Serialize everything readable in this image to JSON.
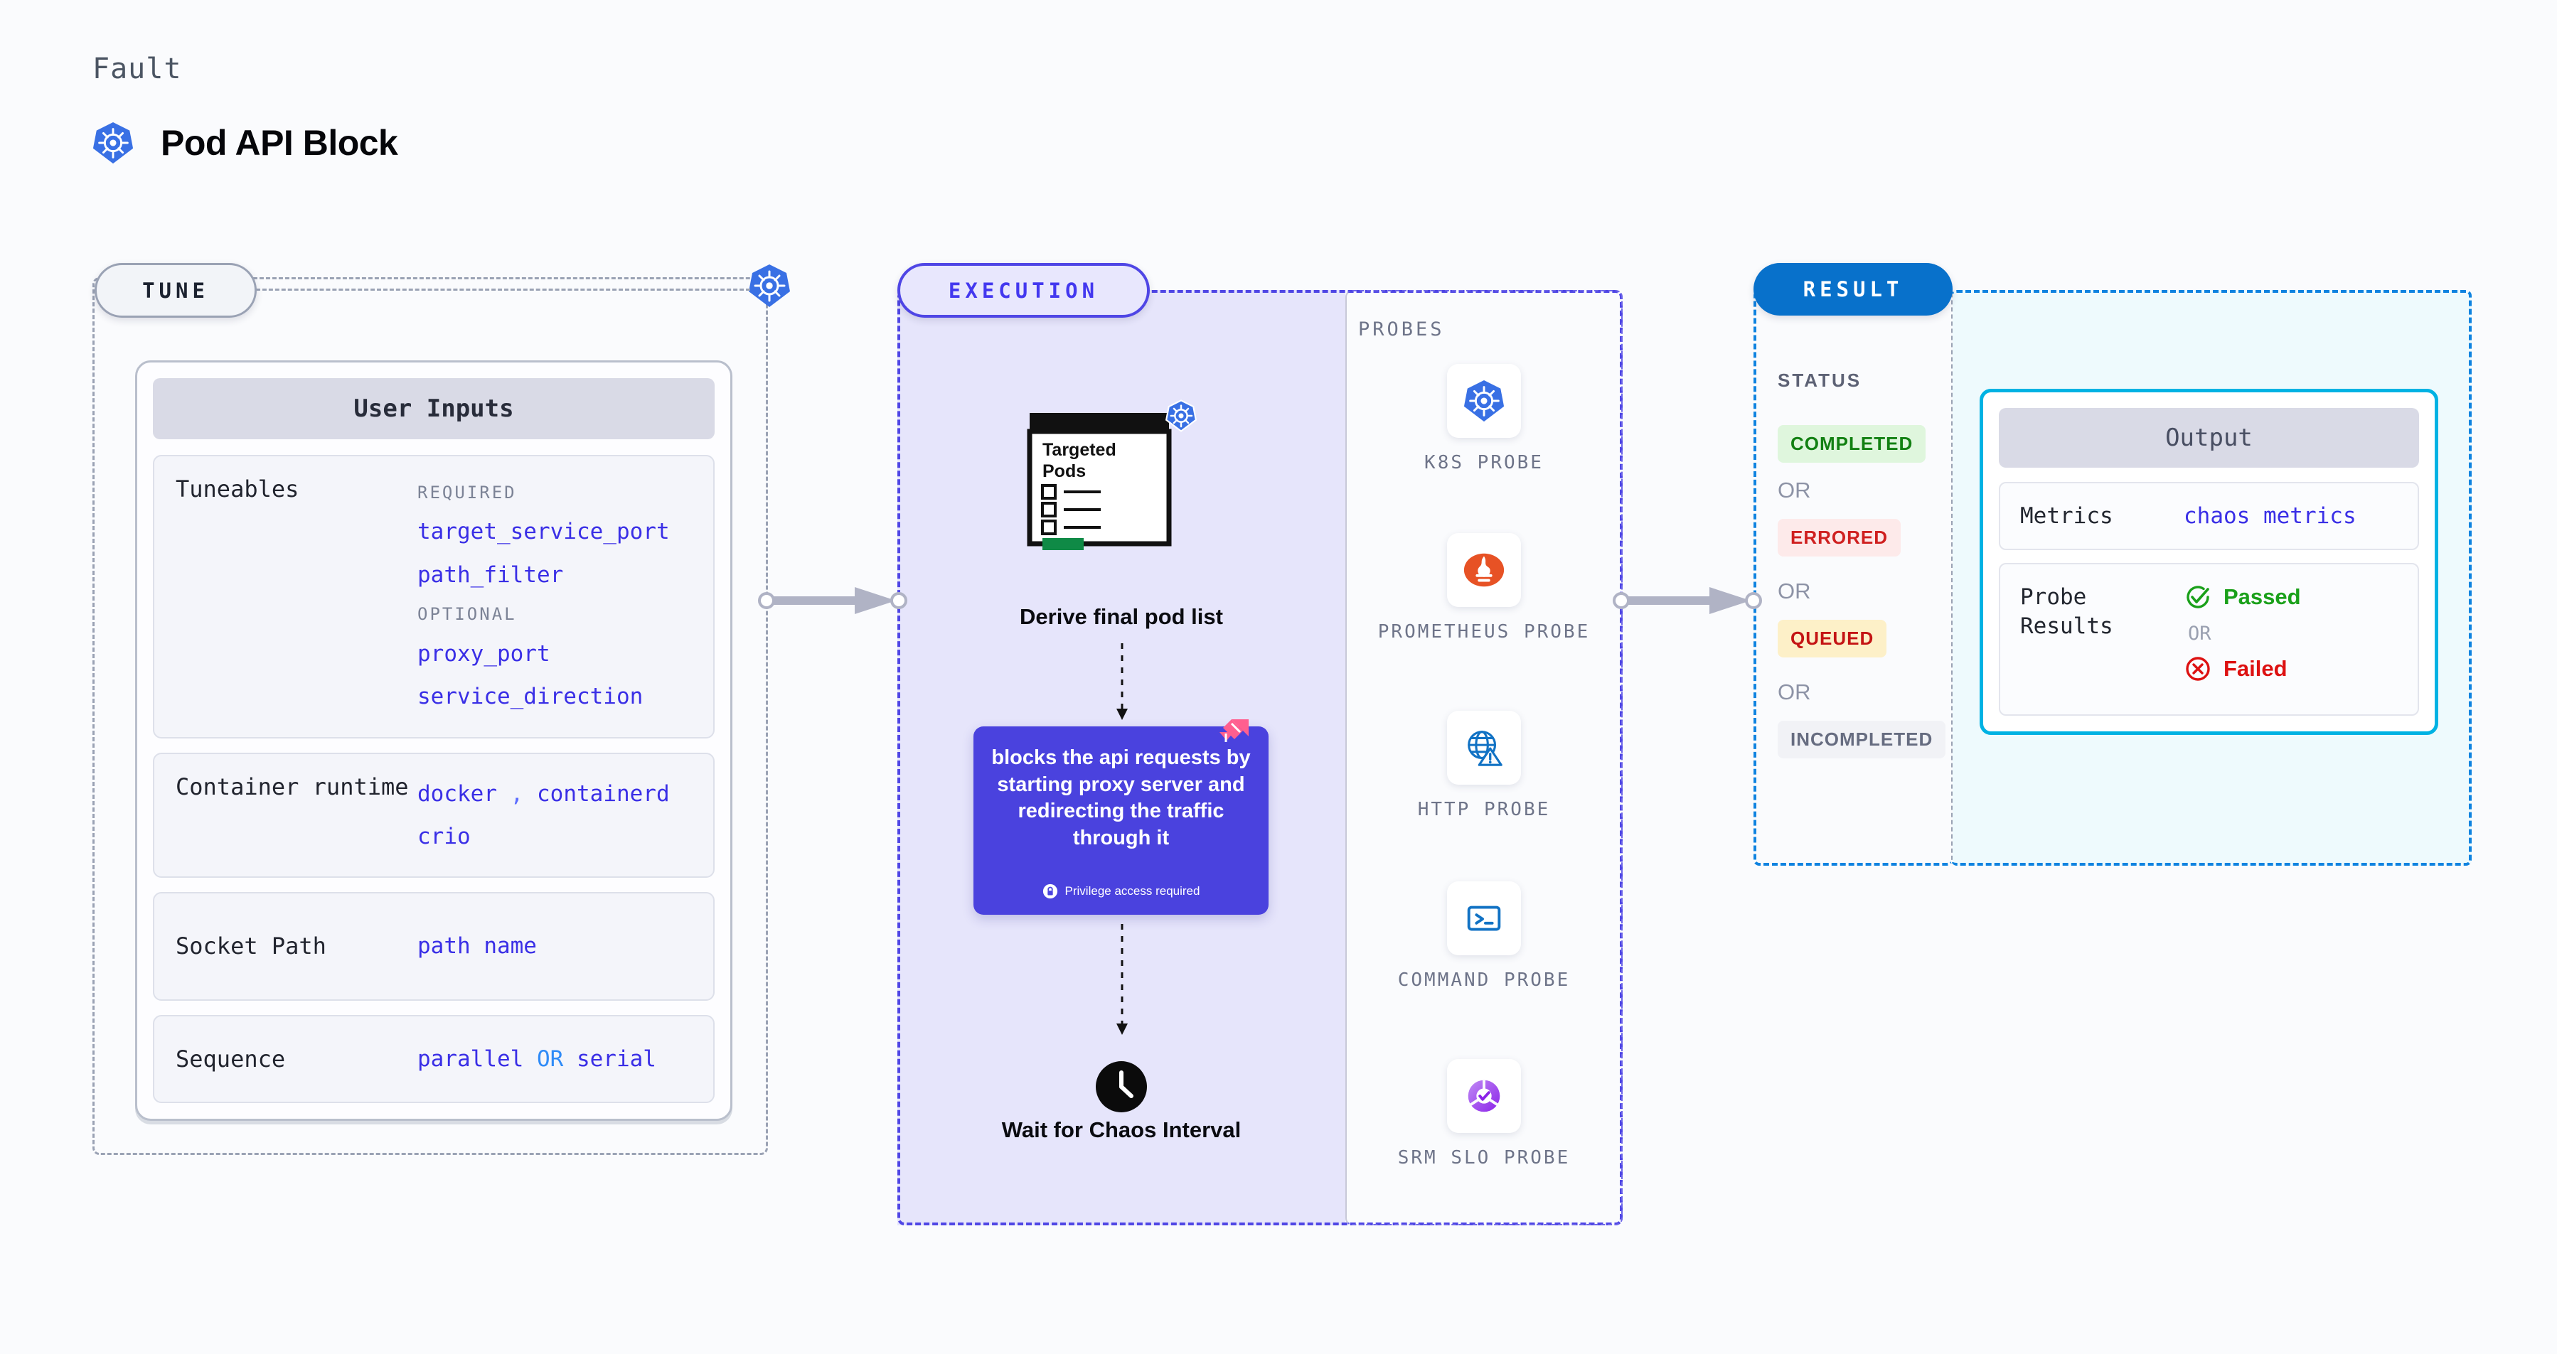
{
  "header": {
    "eyebrow": "Fault",
    "title": "Pod API Block",
    "icon": "kubernetes-icon"
  },
  "tune": {
    "pill_label": "TUNE",
    "card_title": "User Inputs",
    "rows": [
      {
        "key": "Tuneables",
        "groups": [
          {
            "label": "REQUIRED",
            "values": [
              "target_service_port",
              "path_filter"
            ]
          },
          {
            "label": "OPTIONAL",
            "values": [
              "proxy_port",
              "service_direction"
            ]
          }
        ]
      },
      {
        "key": "Container runtime",
        "values_line1": [
          "docker",
          "containerd"
        ],
        "separator": ",",
        "values_line2": [
          "crio"
        ]
      },
      {
        "key": "Socket Path",
        "value": "path name"
      },
      {
        "key": "Sequence",
        "value_a": "parallel",
        "operator": "OR",
        "value_b": "serial"
      }
    ]
  },
  "execution": {
    "pill_label": "EXECUTION",
    "pods_card_title": "Targeted Pods",
    "pods_caption": "Derive final pod list",
    "action_text": "blocks the api requests by starting proxy server and redirecting the traffic through it",
    "privilege_note": "Privilege access required",
    "privilege_icon": "lock-icon",
    "litmus_icon": "litmus-logo-icon",
    "wait_caption": "Wait for Chaos Interval",
    "wait_icon": "clock-icon"
  },
  "probes": {
    "heading": "PROBES",
    "items": [
      {
        "label": "K8S  PROBE",
        "icon": "kubernetes-icon"
      },
      {
        "label": "PROMETHEUS PROBE",
        "icon": "prometheus-icon"
      },
      {
        "label": "HTTP  PROBE",
        "icon": "globe-warning-icon"
      },
      {
        "label": "COMMAND PROBE",
        "icon": "terminal-icon"
      },
      {
        "label": "SRM  SLO PROBE",
        "icon": "srm-slo-icon"
      }
    ]
  },
  "result": {
    "pill_label": "RESULT",
    "status_heading": "STATUS",
    "or_label": "OR",
    "statuses": [
      {
        "label": "COMPLETED",
        "bg": "#dff6dd",
        "fg": "#128012"
      },
      {
        "label": "ERRORED",
        "bg": "#fdeaea",
        "fg": "#cf2020"
      },
      {
        "label": "QUEUED",
        "bg": "#fdf0c8",
        "fg": "#c41414"
      },
      {
        "label": "INCOMPLETED",
        "bg": "#f1f2f6",
        "fg": "#666c80"
      }
    ],
    "output": {
      "title": "Output",
      "metrics_key": "Metrics",
      "metrics_value": "chaos metrics",
      "probe_results_key": "Probe Results",
      "passed_label": "Passed",
      "failed_label": "Failed",
      "or_label": "OR",
      "passed_icon": "check-circle-icon",
      "failed_icon": "x-circle-icon"
    }
  },
  "colors": {
    "k8s_blue": "#3970e4",
    "execution_purple": "#4f46e5",
    "result_blue": "#0871cb",
    "output_cyan": "#00b2e3",
    "action_card": "#4a42de",
    "litmus_pink": "#ff5f8f"
  }
}
